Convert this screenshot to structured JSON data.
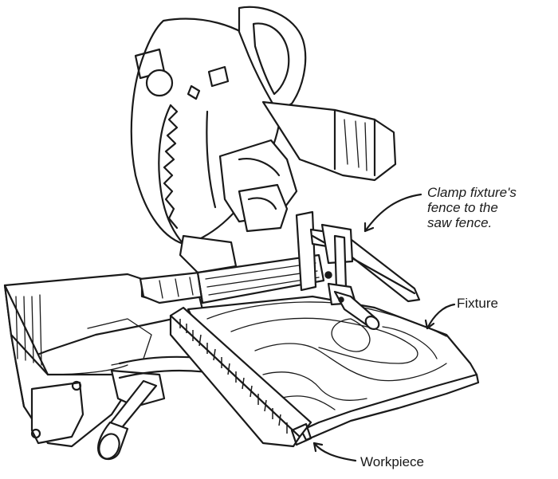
{
  "labels": {
    "clamp_line1": "Clamp fixture's",
    "clamp_line2": "fence to the",
    "clamp_line3": "saw fence.",
    "fixture": "Fixture",
    "workpiece": "Workpiece"
  },
  "colors": {
    "ink": "#1a1a1a",
    "paper": "#ffffff"
  }
}
